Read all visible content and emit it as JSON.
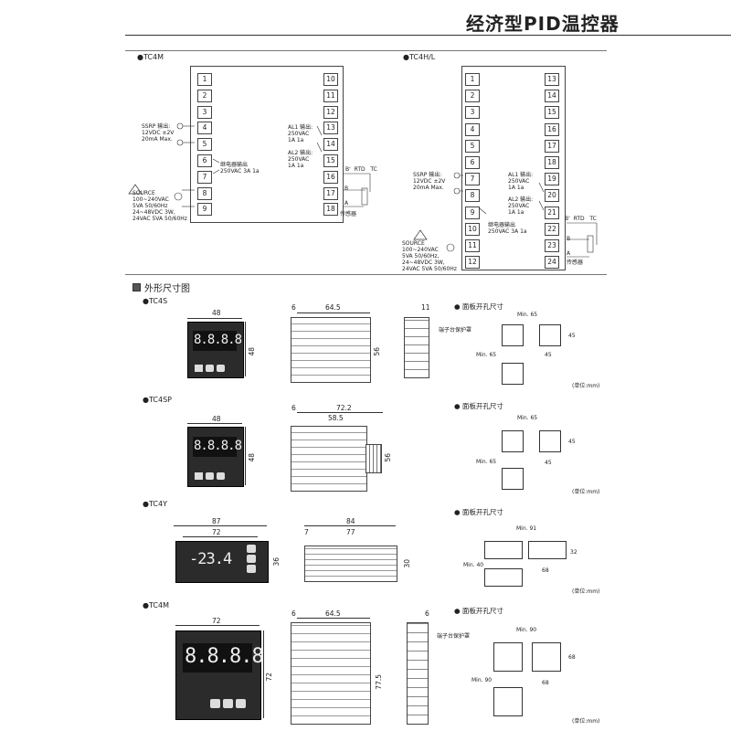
{
  "header": {
    "title": "经济型PID温控器"
  },
  "wiring": {
    "tc4m": {
      "label": "●TC4M",
      "left_terminals": [
        "1",
        "2",
        "3",
        "4",
        "5",
        "6",
        "7",
        "8",
        "9"
      ],
      "right_terminals": [
        "10",
        "11",
        "12",
        "13",
        "14",
        "15",
        "16",
        "17",
        "18"
      ],
      "ssrp_label": "SSRP 输出:\n12VDC ±2V\n20mA Max.",
      "relay_label": "继电器输出\n250VAC 3A 1a",
      "al1_label": "AL1 输出:\n250VAC\n1A 1a",
      "al2_label": "AL2 输出:\n250VAC\n1A 1a",
      "source_label": "SOURCE\n100~240VAC\n5VA 50/60Hz\n24~48VDC 3W,\n24VAC 5VA 50/60Hz",
      "rtd_header": "B'  RTD   TC",
      "b_label": "B",
      "a_label": "A",
      "sensor_label": "传感器"
    },
    "tc4hl": {
      "label": "●TC4H/L",
      "left_terminals": [
        "1",
        "2",
        "3",
        "4",
        "5",
        "6",
        "7",
        "8",
        "9",
        "10",
        "11",
        "12"
      ],
      "right_terminals": [
        "13",
        "14",
        "15",
        "16",
        "17",
        "18",
        "19",
        "20",
        "21",
        "22",
        "23",
        "24"
      ],
      "ssrp_label": "SSRP 输出:\n12VDC ±2V\n20mA Max.",
      "relay_label": "继电器输出\n250VAC 3A 1a",
      "al1_label": "AL1 输出:\n250VAC\n1A 1a",
      "al2_label": "AL2 输出:\n250VAC\n1A 1a",
      "source_label": "SOURCE\n100~240VAC\n5VA 50/60Hz,\n24~48VDC 3W,\n24VAC 5VA 50/60Hz",
      "rtd_header": "B'  RTD   TC",
      "b_label": "B",
      "a_label": "A",
      "sensor_label": "传感器"
    }
  },
  "dimensions": {
    "section_title": "外形尺寸图",
    "cutout_title": "● 面板开孔尺寸",
    "unit": "(单位:mm)",
    "terminal_cover": "端子台保护罩",
    "tc4s": {
      "label": "●TC4S",
      "w": "48",
      "h": "48",
      "side_depth": "64.5",
      "side_front": "6",
      "side_h": "56",
      "back_w": "11",
      "min_w": "Min. 65",
      "min_h": "Min. 65",
      "hole_h": "45",
      "hole_w": "45",
      "display": "8.8.8.8"
    },
    "tc4sp": {
      "label": "●TC4SP",
      "w": "48",
      "h": "48",
      "side_depth": "72.2",
      "side_front": "6",
      "side_mid": "58.5",
      "side_h": "56",
      "min_w": "Min. 65",
      "min_h": "Min. 65",
      "hole_h": "45",
      "hole_w": "45",
      "display": "8.8.8.8"
    },
    "tc4y": {
      "label": "●TC4Y",
      "w": "87",
      "inner_w": "72",
      "h": "36",
      "side_depth": "84",
      "side_front": "7",
      "side_mid": "77",
      "side_h": "30",
      "min_w": "Min. 91",
      "min_h": "Min. 40",
      "hole_h": "32",
      "hole_w": "68",
      "display": "-23.4"
    },
    "tc4m": {
      "label": "●TC4M",
      "w": "72",
      "h": "72",
      "side_depth": "64.5",
      "side_front": "6",
      "side_h": "77.5",
      "back_w": "6",
      "min_w": "Min. 90",
      "min_h": "Min. 90",
      "hole_h": "68",
      "hole_w": "68",
      "display": "8.8.8.8"
    }
  }
}
